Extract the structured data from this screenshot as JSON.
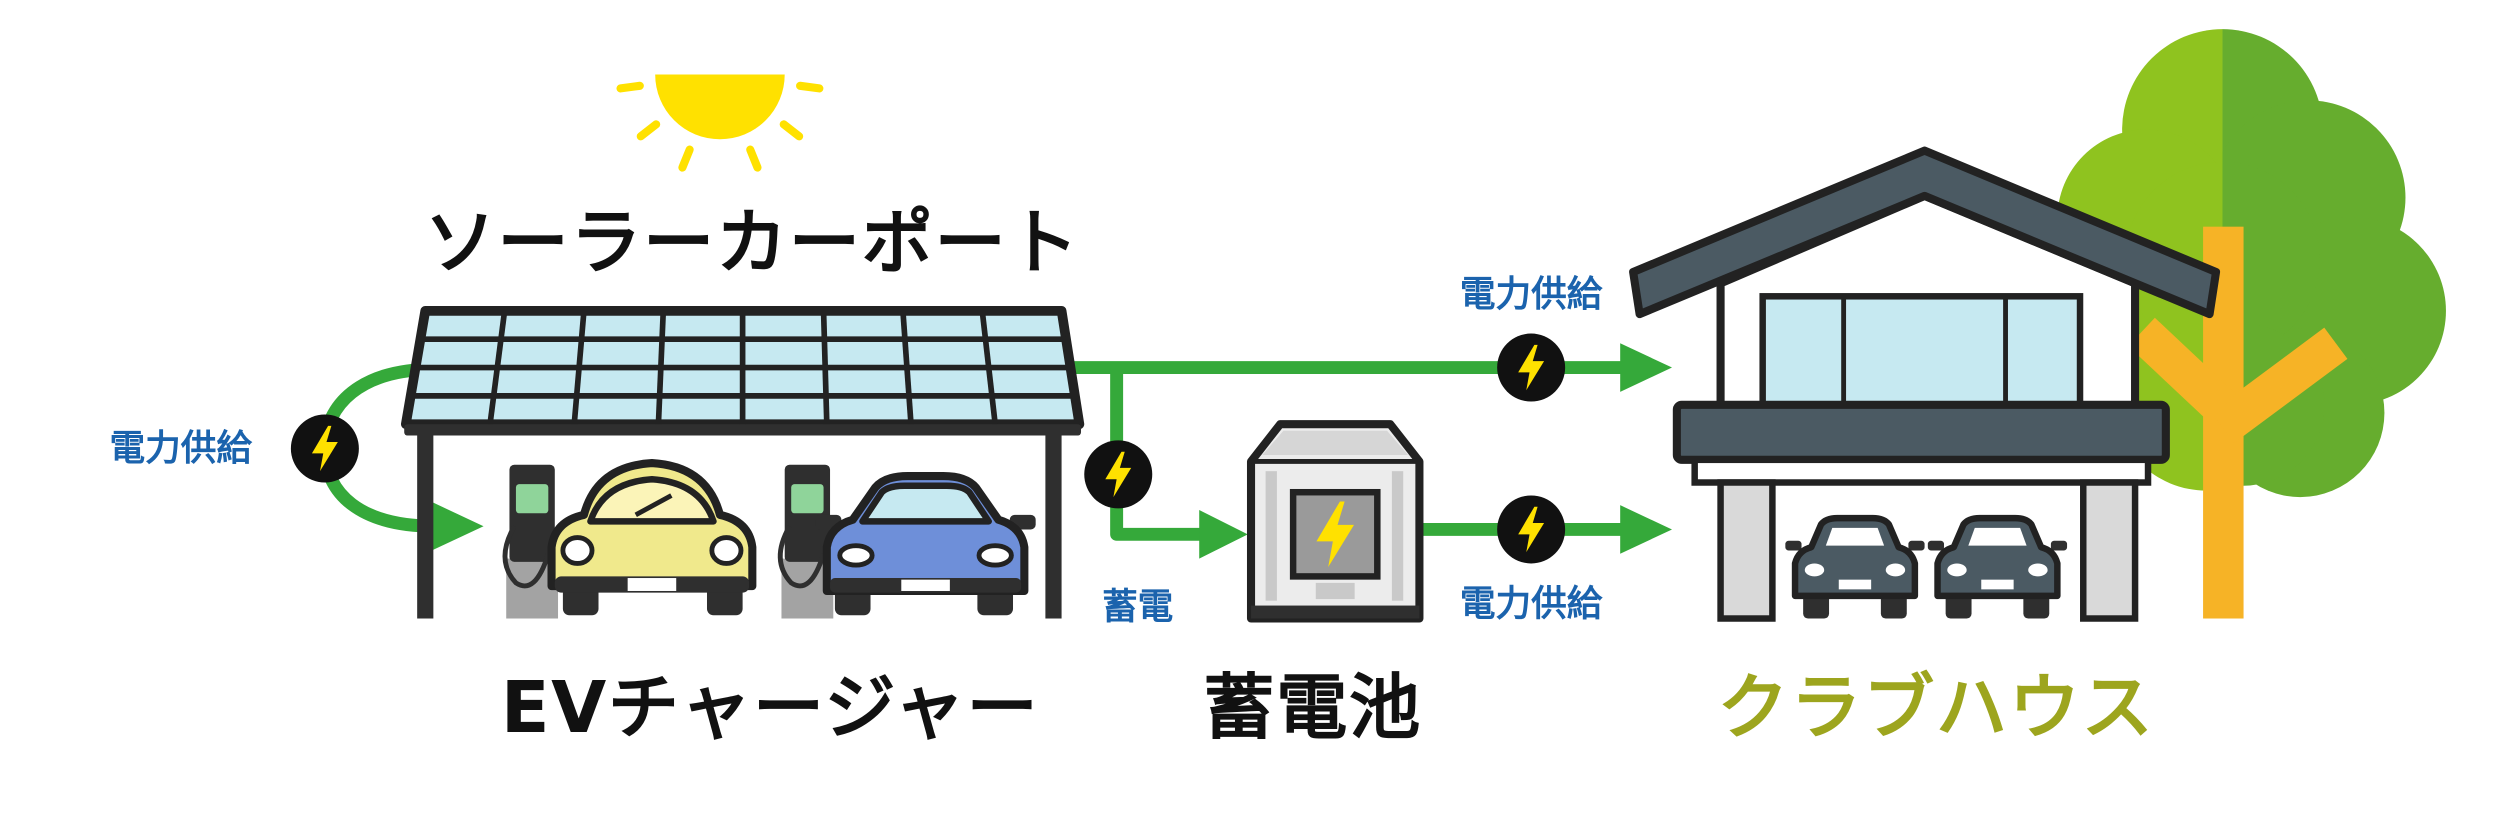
{
  "colors": {
    "arrow": "#35a93a",
    "flow_label": "#1b63ad",
    "heading": "#111111",
    "clubhouse_heading": "#9da51e",
    "sun": "#ffe100",
    "bolt": "#ffe100",
    "bolt_badge": "#111111",
    "solar_panel": "#c6e9f1",
    "window": "#c6e9f1",
    "house_roof": "#4b5a63",
    "tree_light": "#8fc31f",
    "tree_dark": "#66ad2e",
    "trunk": "#f6b326",
    "car_yellow": "#f0e98c",
    "car_blue": "#6e8fd9",
    "charger_screen": "#8fd49a"
  },
  "solar_carport": {
    "title": "ソーラーカーポート",
    "icon": "sun-icon"
  },
  "ev_charger": {
    "title": "EVチャージャー",
    "icon": "ev-charger-icon"
  },
  "storage_battery": {
    "title": "蓄電池",
    "icon": "battery-icon"
  },
  "clubhouse": {
    "title": "クラブハウス",
    "icon": "house-icon"
  },
  "flows": {
    "carport_to_charger": {
      "label": "電力供給",
      "icon": "lightning-icon"
    },
    "carport_to_clubhouse": {
      "label": "電力供給",
      "icon": "lightning-icon"
    },
    "carport_to_battery": {
      "label": "蓄電",
      "icon": "lightning-icon"
    },
    "battery_to_clubhouse": {
      "label": "電力供給",
      "icon": "lightning-icon"
    }
  }
}
